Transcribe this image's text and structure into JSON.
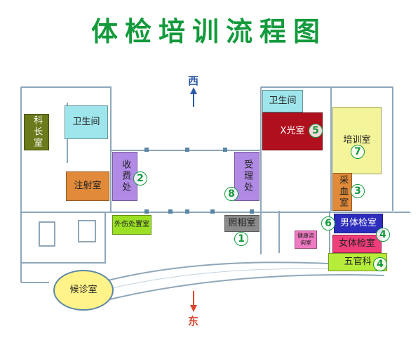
{
  "title": "体检培训流程图",
  "directions": {
    "west": "西",
    "east": "东"
  },
  "rooms": {
    "kezhang": "科长室",
    "wc_left": "卫生间",
    "zhushe": "注射室",
    "shoufei": "收费处",
    "waishang": "外伤处置室",
    "houzhen": "候诊室",
    "shouli": "受理处",
    "zhaoxiang": "照相室",
    "wc_right": "卫生间",
    "xguang": "X光室",
    "peixun": "培训室",
    "caixue": "采血室",
    "jiankang": "健康咨询室",
    "nan": "男体检室",
    "nv": "女体检室",
    "wuguan": "五官科"
  },
  "steps": {
    "s1": "1",
    "s2": "2",
    "s3": "3",
    "s4a": "4",
    "s4b": "4",
    "s5": "5",
    "s6": "6",
    "s7": "7",
    "s8": "8"
  },
  "colors": {
    "title": "#139a3c",
    "kezhang": "#6b7a1a",
    "wc": "#9fe6ec",
    "zhushe": "#e08a3a",
    "shoufei": "#b18ae6",
    "waishang": "#9be024",
    "xguang": "#b0101e",
    "peixun": "#f4f49a",
    "caixue": "#e08a3a",
    "nan": "#2d2dbd",
    "nv": "#f23d7b",
    "wuguan": "#b6ec3a",
    "houzhen": "#fff38a",
    "zhaoxiang": "#8a8a8a",
    "jiankang": "#f07ac2"
  }
}
